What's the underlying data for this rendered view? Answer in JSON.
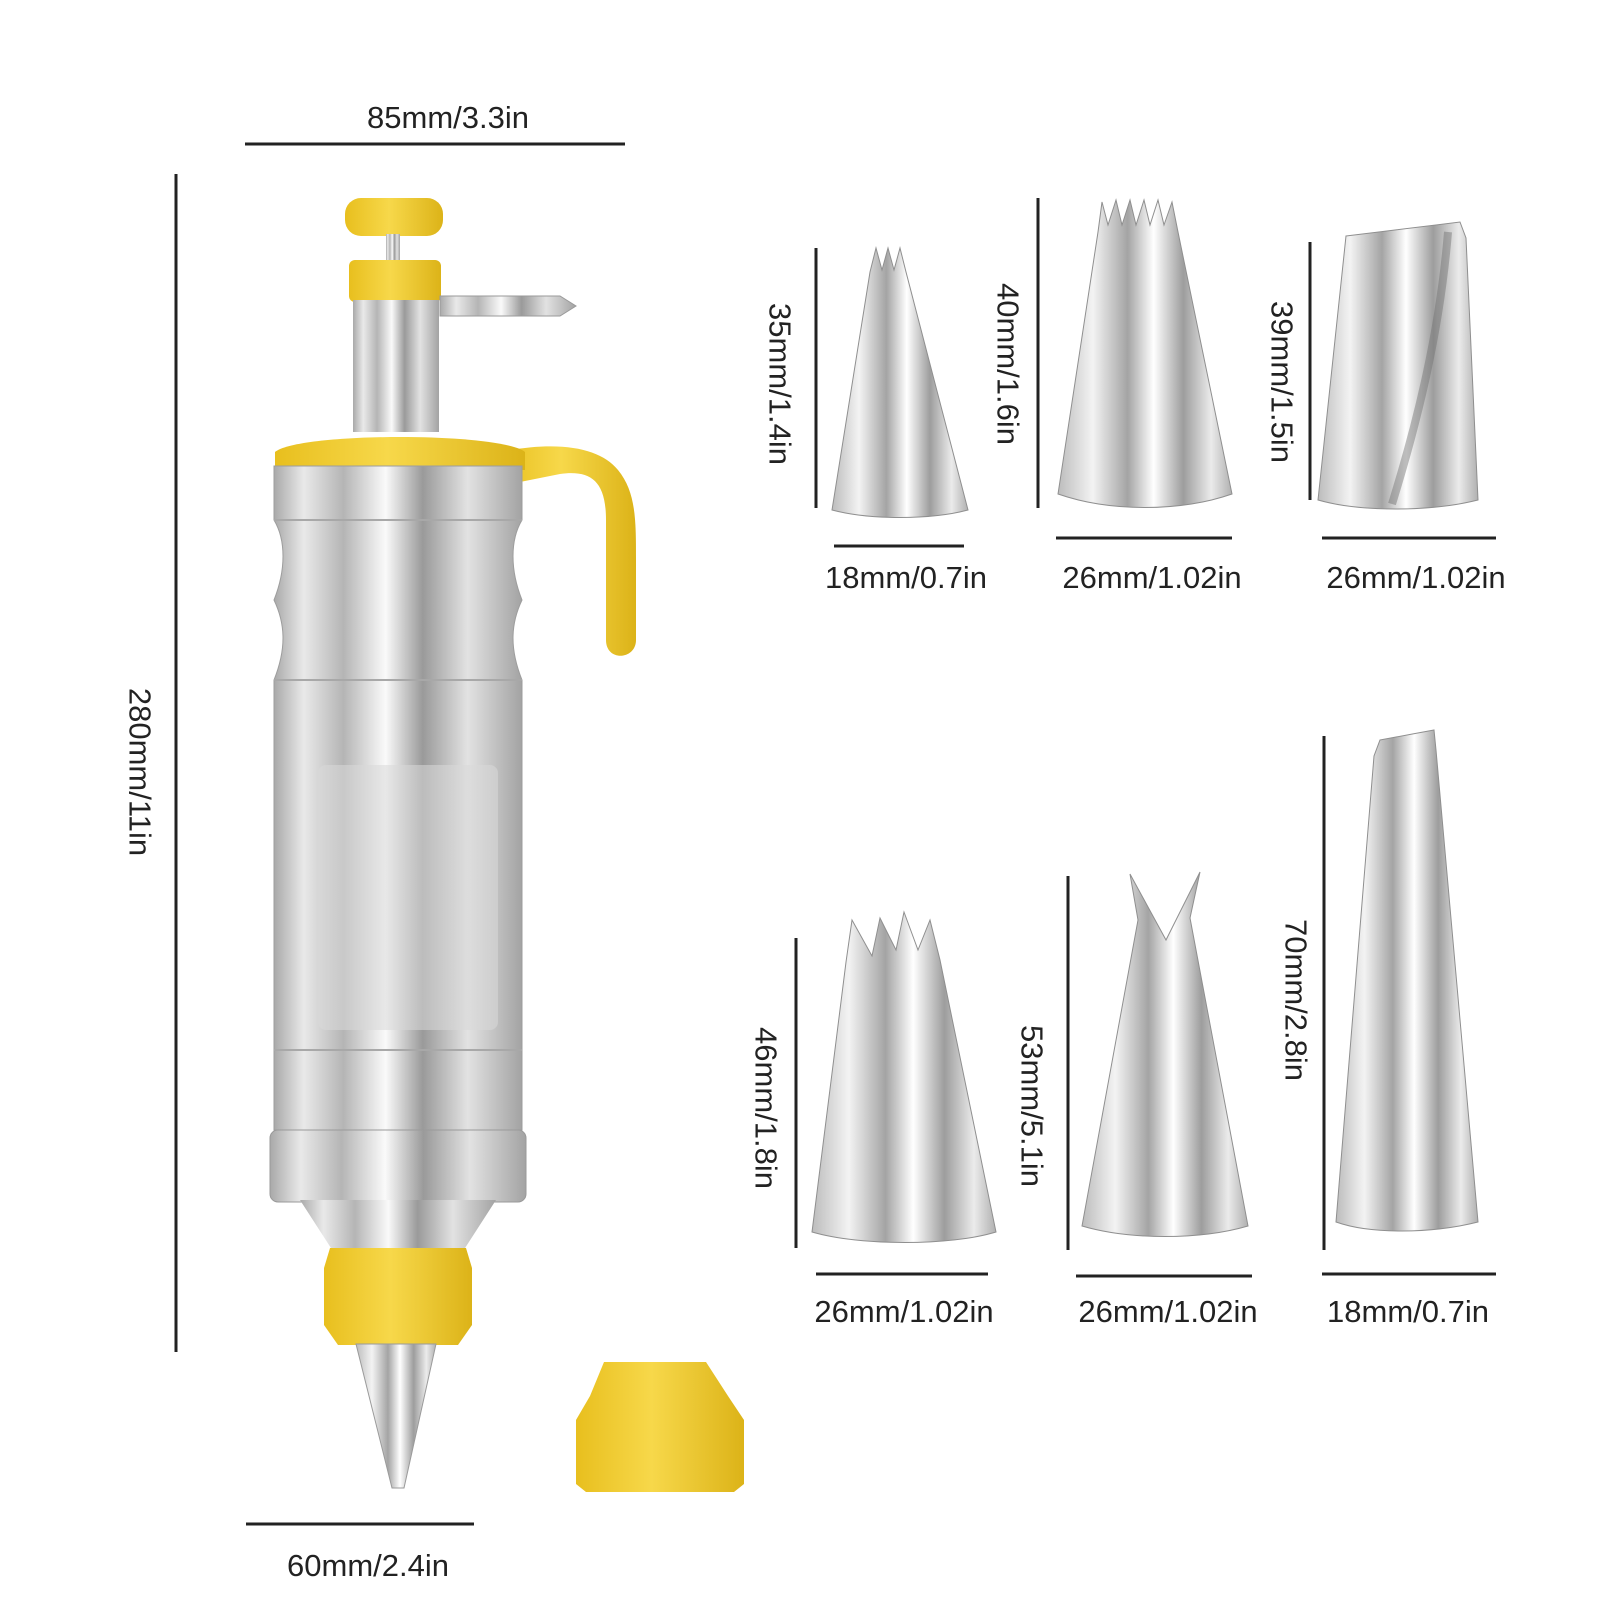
{
  "colors": {
    "accent_yellow": "#f2cd2f",
    "accent_yellow_dark": "#d9ae12",
    "steel_light": "#f4f4f4",
    "steel_mid": "#c6c6c6",
    "steel_dark": "#8f8f8f",
    "dimension_line": "#222222",
    "background": "#ffffff"
  },
  "syringe": {
    "width_label": "85mm/3.3in",
    "height_label": "280mm/11in",
    "nozzle_width_label": "60mm/2.4in"
  },
  "tips": [
    {
      "id": "tip-1",
      "style": "closed-star-small",
      "height_label": "35mm/1.4in",
      "width_label": "18mm/0.7in"
    },
    {
      "id": "tip-2",
      "style": "closed-star-multi",
      "height_label": "40mm/1.6in",
      "width_label": "26mm/1.02in"
    },
    {
      "id": "tip-3",
      "style": "petal",
      "height_label": "39mm/1.5in",
      "width_label": "26mm/1.02in"
    },
    {
      "id": "tip-4",
      "style": "open-star",
      "height_label": "46mm/1.8in",
      "width_label": "26mm/1.02in"
    },
    {
      "id": "tip-5",
      "style": "leaf",
      "height_label": "53mm/5.1in",
      "width_label": "26mm/1.02in"
    },
    {
      "id": "tip-6",
      "style": "long-petal",
      "height_label": "70mm/2.8in",
      "width_label": "18mm/0.7in"
    }
  ]
}
